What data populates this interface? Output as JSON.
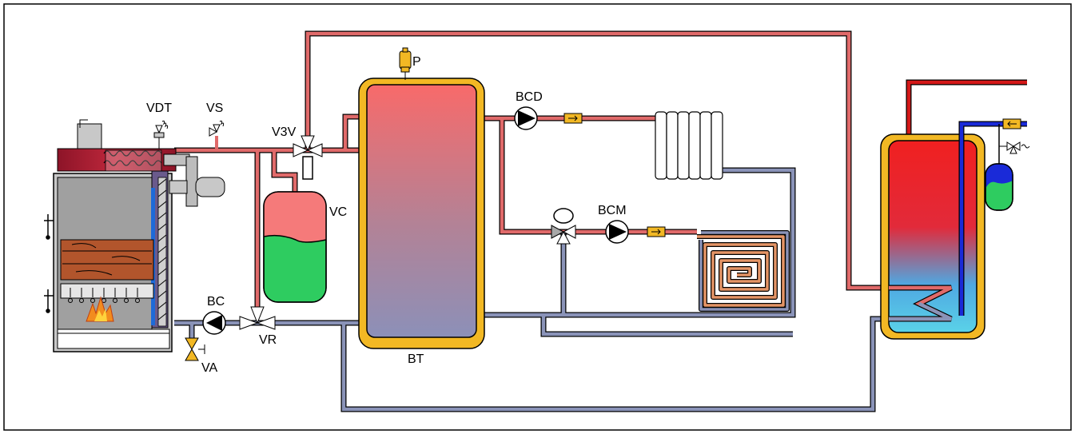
{
  "labels": {
    "vdt": "VDT",
    "vs": "VS",
    "v3v": "V3V",
    "p": "P",
    "bcd": "BCD",
    "bcm": "BCM",
    "vc": "VC",
    "bc": "BC",
    "vr": "VR",
    "va": "VA",
    "bt": "BT"
  },
  "colors": {
    "hot_pipe": "#e06a6a",
    "cold_pipe": "#8a93b8",
    "frame": "#000000",
    "tank_jacket": "#f2b824",
    "expansion_top": "#f57a7a",
    "expansion_bottom": "#2ecc60",
    "boiler_red": "#b5283c",
    "wood": "#b2552c",
    "flame": "#f28c1e"
  },
  "icons": [
    "boiler-icon",
    "pump-icon",
    "three-way-valve-icon",
    "safety-valve-icon",
    "air-purger-icon",
    "radiator-icon",
    "floor-heating-coil-icon",
    "expansion-vessel-icon",
    "buffer-tank-icon",
    "water-heater-icon",
    "drain-valve-icon",
    "thermometer-icon"
  ]
}
